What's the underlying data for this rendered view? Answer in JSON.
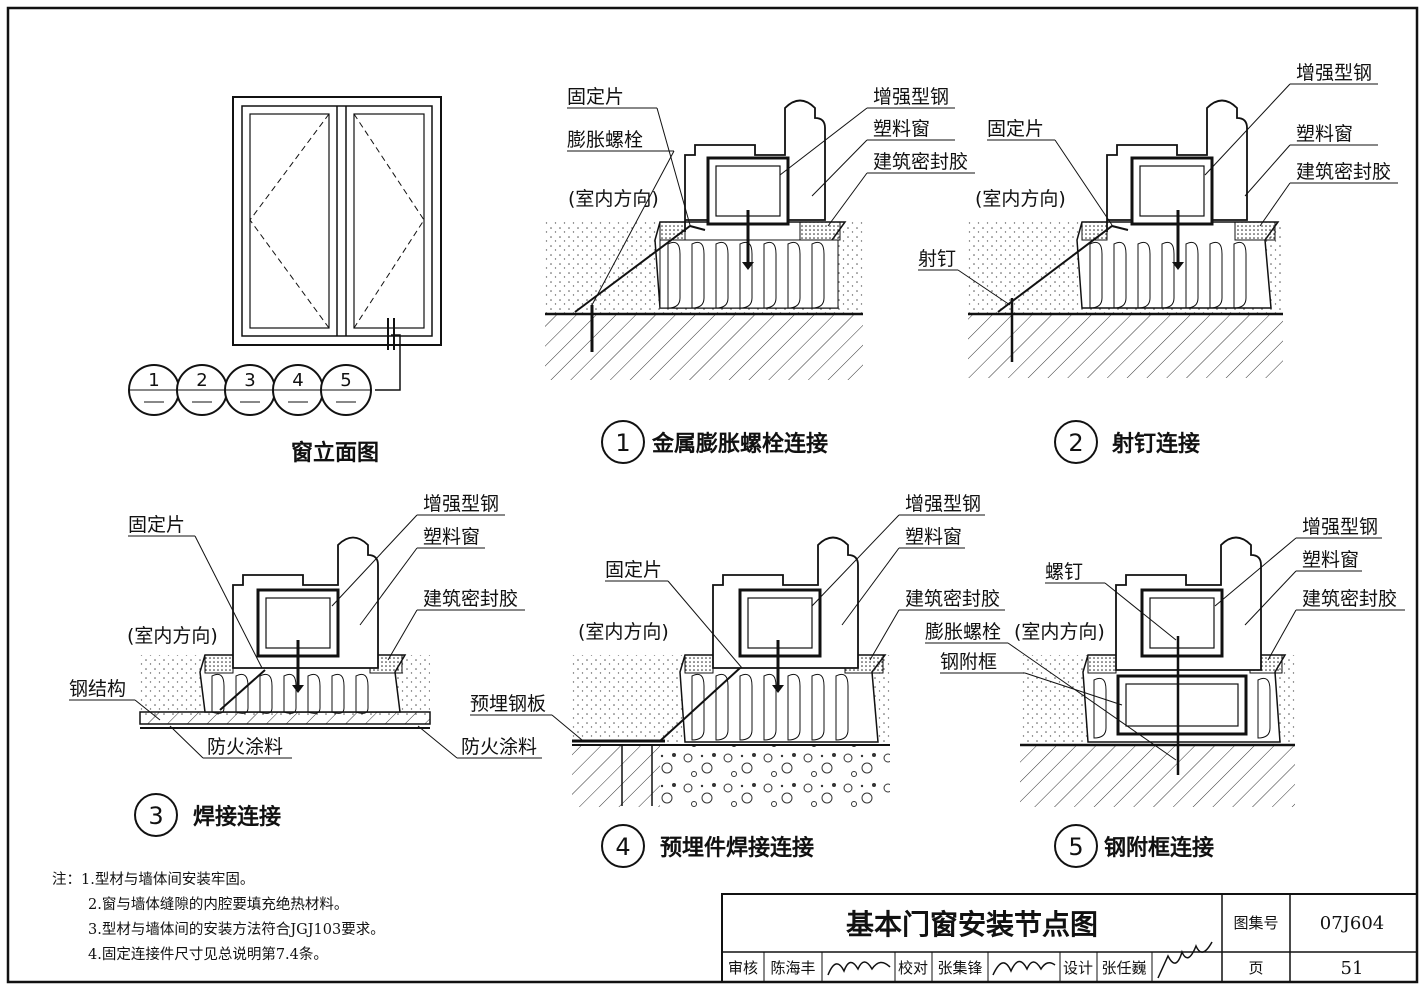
{
  "elevation": {
    "title": "窗立面图",
    "markers": [
      "1",
      "2",
      "3",
      "4",
      "5"
    ]
  },
  "details": [
    {
      "num": "1",
      "title": "金属膨胀螺栓连接",
      "labels": [
        "固定片",
        "膨胀螺栓",
        "(室内方向)",
        "增强型钢",
        "塑料窗",
        "建筑密封胶"
      ]
    },
    {
      "num": "2",
      "title": "射钉连接",
      "labels": [
        "增强型钢",
        "固定片",
        "塑料窗",
        "建筑密封胶",
        "(室内方向)",
        "射钉"
      ]
    },
    {
      "num": "3",
      "title": "焊接连接",
      "labels": [
        "增强型钢",
        "塑料窗",
        "固定片",
        "建筑密封胶",
        "(室内方向)",
        "钢结构",
        "防火涂料",
        "防火涂料"
      ]
    },
    {
      "num": "4",
      "title": "预埋件焊接连接",
      "labels": [
        "增强型钢",
        "塑料窗",
        "固定片",
        "建筑密封胶",
        "(室内方向)",
        "预埋钢板"
      ]
    },
    {
      "num": "5",
      "title": "钢附框连接",
      "labels": [
        "增强型钢",
        "塑料窗",
        "螺钉",
        "建筑密封胶",
        "膨胀螺栓",
        "(室内方向)",
        "钢附框"
      ]
    }
  ],
  "notes": [
    "注：1.型材与墙体间安装牢固。",
    "2.窗与墙体缝隙的内腔要填充绝热材料。",
    "3.型材与墙体间的安装方法符合JGJ103要求。",
    "4.固定连接件尺寸见总说明第7.4条。"
  ],
  "title_block": {
    "drawing_title": "基本门窗安装节点图",
    "atlas_label": "图集号",
    "atlas_no": "07J604",
    "page_label": "页",
    "page_no": "51",
    "review_label": "审核",
    "reviewer": "陈海丰",
    "check_label": "校对",
    "checker": "张集锋",
    "design_label": "设计",
    "designer": "张任巍"
  }
}
